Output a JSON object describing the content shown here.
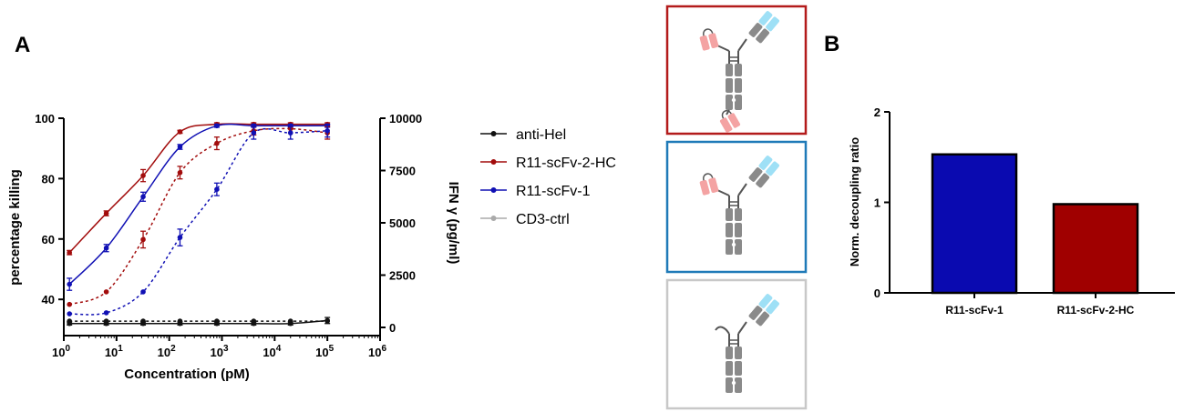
{
  "panel_labels": {
    "a": "A",
    "b": "B"
  },
  "colors": {
    "anti_hel": "#111111",
    "r11_scfv_2_hc": "#a20c0c",
    "r11_scfv_1": "#1010b4",
    "cd3_ctrl": "#aaaaaa",
    "frame_red": "#b31b1b",
    "frame_blue": "#1f7ab8",
    "frame_gray": "#c8c8c8",
    "ab_gray": "#8a8a8a",
    "ab_pink": "#f4a3a3",
    "ab_cyan": "#9ee0f6"
  },
  "legend": {
    "items": [
      {
        "label": "anti-Hel",
        "color": "#111111"
      },
      {
        "label": "R11-scFv-2-HC",
        "color": "#a20c0c"
      },
      {
        "label": "R11-scFv-1",
        "color": "#1010b4"
      },
      {
        "label": "CD3-ctrl",
        "color": "#aaaaaa"
      }
    ]
  },
  "chart_data": [
    {
      "type": "scatter",
      "xlabel": "Concentration (pM)",
      "ylabel": "percentage killing",
      "y2label": "IFN γ (pg/ml)",
      "x_scale": "log",
      "xlim": [
        1,
        1000000
      ],
      "ylim": [
        28,
        100
      ],
      "y2lim": [
        0,
        10000
      ],
      "x_ticks": [
        1,
        10,
        100,
        1000,
        10000,
        100000,
        1000000
      ],
      "x_tick_labels": [
        {
          "base": "10",
          "exp": "0"
        },
        {
          "base": "10",
          "exp": "1"
        },
        {
          "base": "10",
          "exp": "2"
        },
        {
          "base": "10",
          "exp": "3"
        },
        {
          "base": "10",
          "exp": "4"
        },
        {
          "base": "10",
          "exp": "5"
        },
        {
          "base": "10",
          "exp": "6"
        }
      ],
      "y_ticks": [
        40,
        60,
        80,
        100
      ],
      "y_tick_labels": [
        "40",
        "60",
        "80",
        "100"
      ],
      "y2_ticks": [
        0,
        2500,
        5000,
        7500,
        10000
      ],
      "y2_tick_labels": [
        "0",
        "2500",
        "5000",
        "7500",
        "10000"
      ],
      "grid": false,
      "x": [
        1.28,
        6.4,
        32,
        160,
        800,
        4000,
        20000,
        100000
      ],
      "series": [
        {
          "name": "anti-Hel",
          "axis": "left",
          "line": "solid",
          "color": "#111111",
          "values": [
            32,
            32,
            32,
            32,
            32,
            32,
            32,
            33
          ],
          "errors": [
            0.5,
            0.5,
            0.5,
            0.5,
            0.5,
            0.5,
            0.5,
            1
          ]
        },
        {
          "name": "R11-scFv-2-HC",
          "axis": "left",
          "line": "solid",
          "color": "#a20c0c",
          "values": [
            55.5,
            68.5,
            81,
            95.5,
            98,
            98,
            98,
            98
          ],
          "errors": [
            0.7,
            0.8,
            2,
            0.5,
            0.5,
            0.5,
            0.5,
            0.5
          ]
        },
        {
          "name": "R11-scFv-1",
          "axis": "left",
          "line": "solid",
          "color": "#1010b4",
          "values": [
            45,
            57,
            74,
            90.5,
            97.5,
            97.5,
            97.5,
            97.5
          ],
          "errors": [
            2,
            1.2,
            1.5,
            0.8,
            0.5,
            0.5,
            0.5,
            0.5
          ]
        },
        {
          "name": "anti-Hel",
          "axis": "right",
          "line": "dashed",
          "color": "#111111",
          "values": [
            300,
            300,
            300,
            300,
            300,
            300,
            300,
            300
          ],
          "errors": [
            0,
            0,
            0,
            0,
            0,
            0,
            0,
            0
          ]
        },
        {
          "name": "R11-scFv-2-HC",
          "axis": "right",
          "line": "dashed",
          "color": "#a20c0c",
          "values": [
            1100,
            1700,
            4200,
            7400,
            8800,
            9400,
            9500,
            9300
          ],
          "errors": [
            0,
            0,
            400,
            300,
            300,
            200,
            0,
            300
          ]
        },
        {
          "name": "R11-scFv-1",
          "axis": "right",
          "line": "dashed",
          "color": "#1010b4",
          "values": [
            650,
            700,
            1700,
            4300,
            6600,
            9300,
            9300,
            9400
          ],
          "errors": [
            0,
            0,
            0,
            400,
            300,
            300,
            300,
            300
          ]
        }
      ]
    },
    {
      "type": "bar",
      "categories": [
        "R11-scFv-1",
        "R11-scFv-2-HC"
      ],
      "values": [
        1.53,
        0.98
      ],
      "colors": [
        "#0a0ab0",
        "#a00000"
      ],
      "ylabel": "Norm. decoupling ratio",
      "xlabel": "",
      "ylim": [
        0,
        2
      ],
      "y_ticks": [
        0,
        1,
        2
      ],
      "y_tick_labels": [
        "0",
        "1",
        "2"
      ],
      "grid": false
    }
  ]
}
